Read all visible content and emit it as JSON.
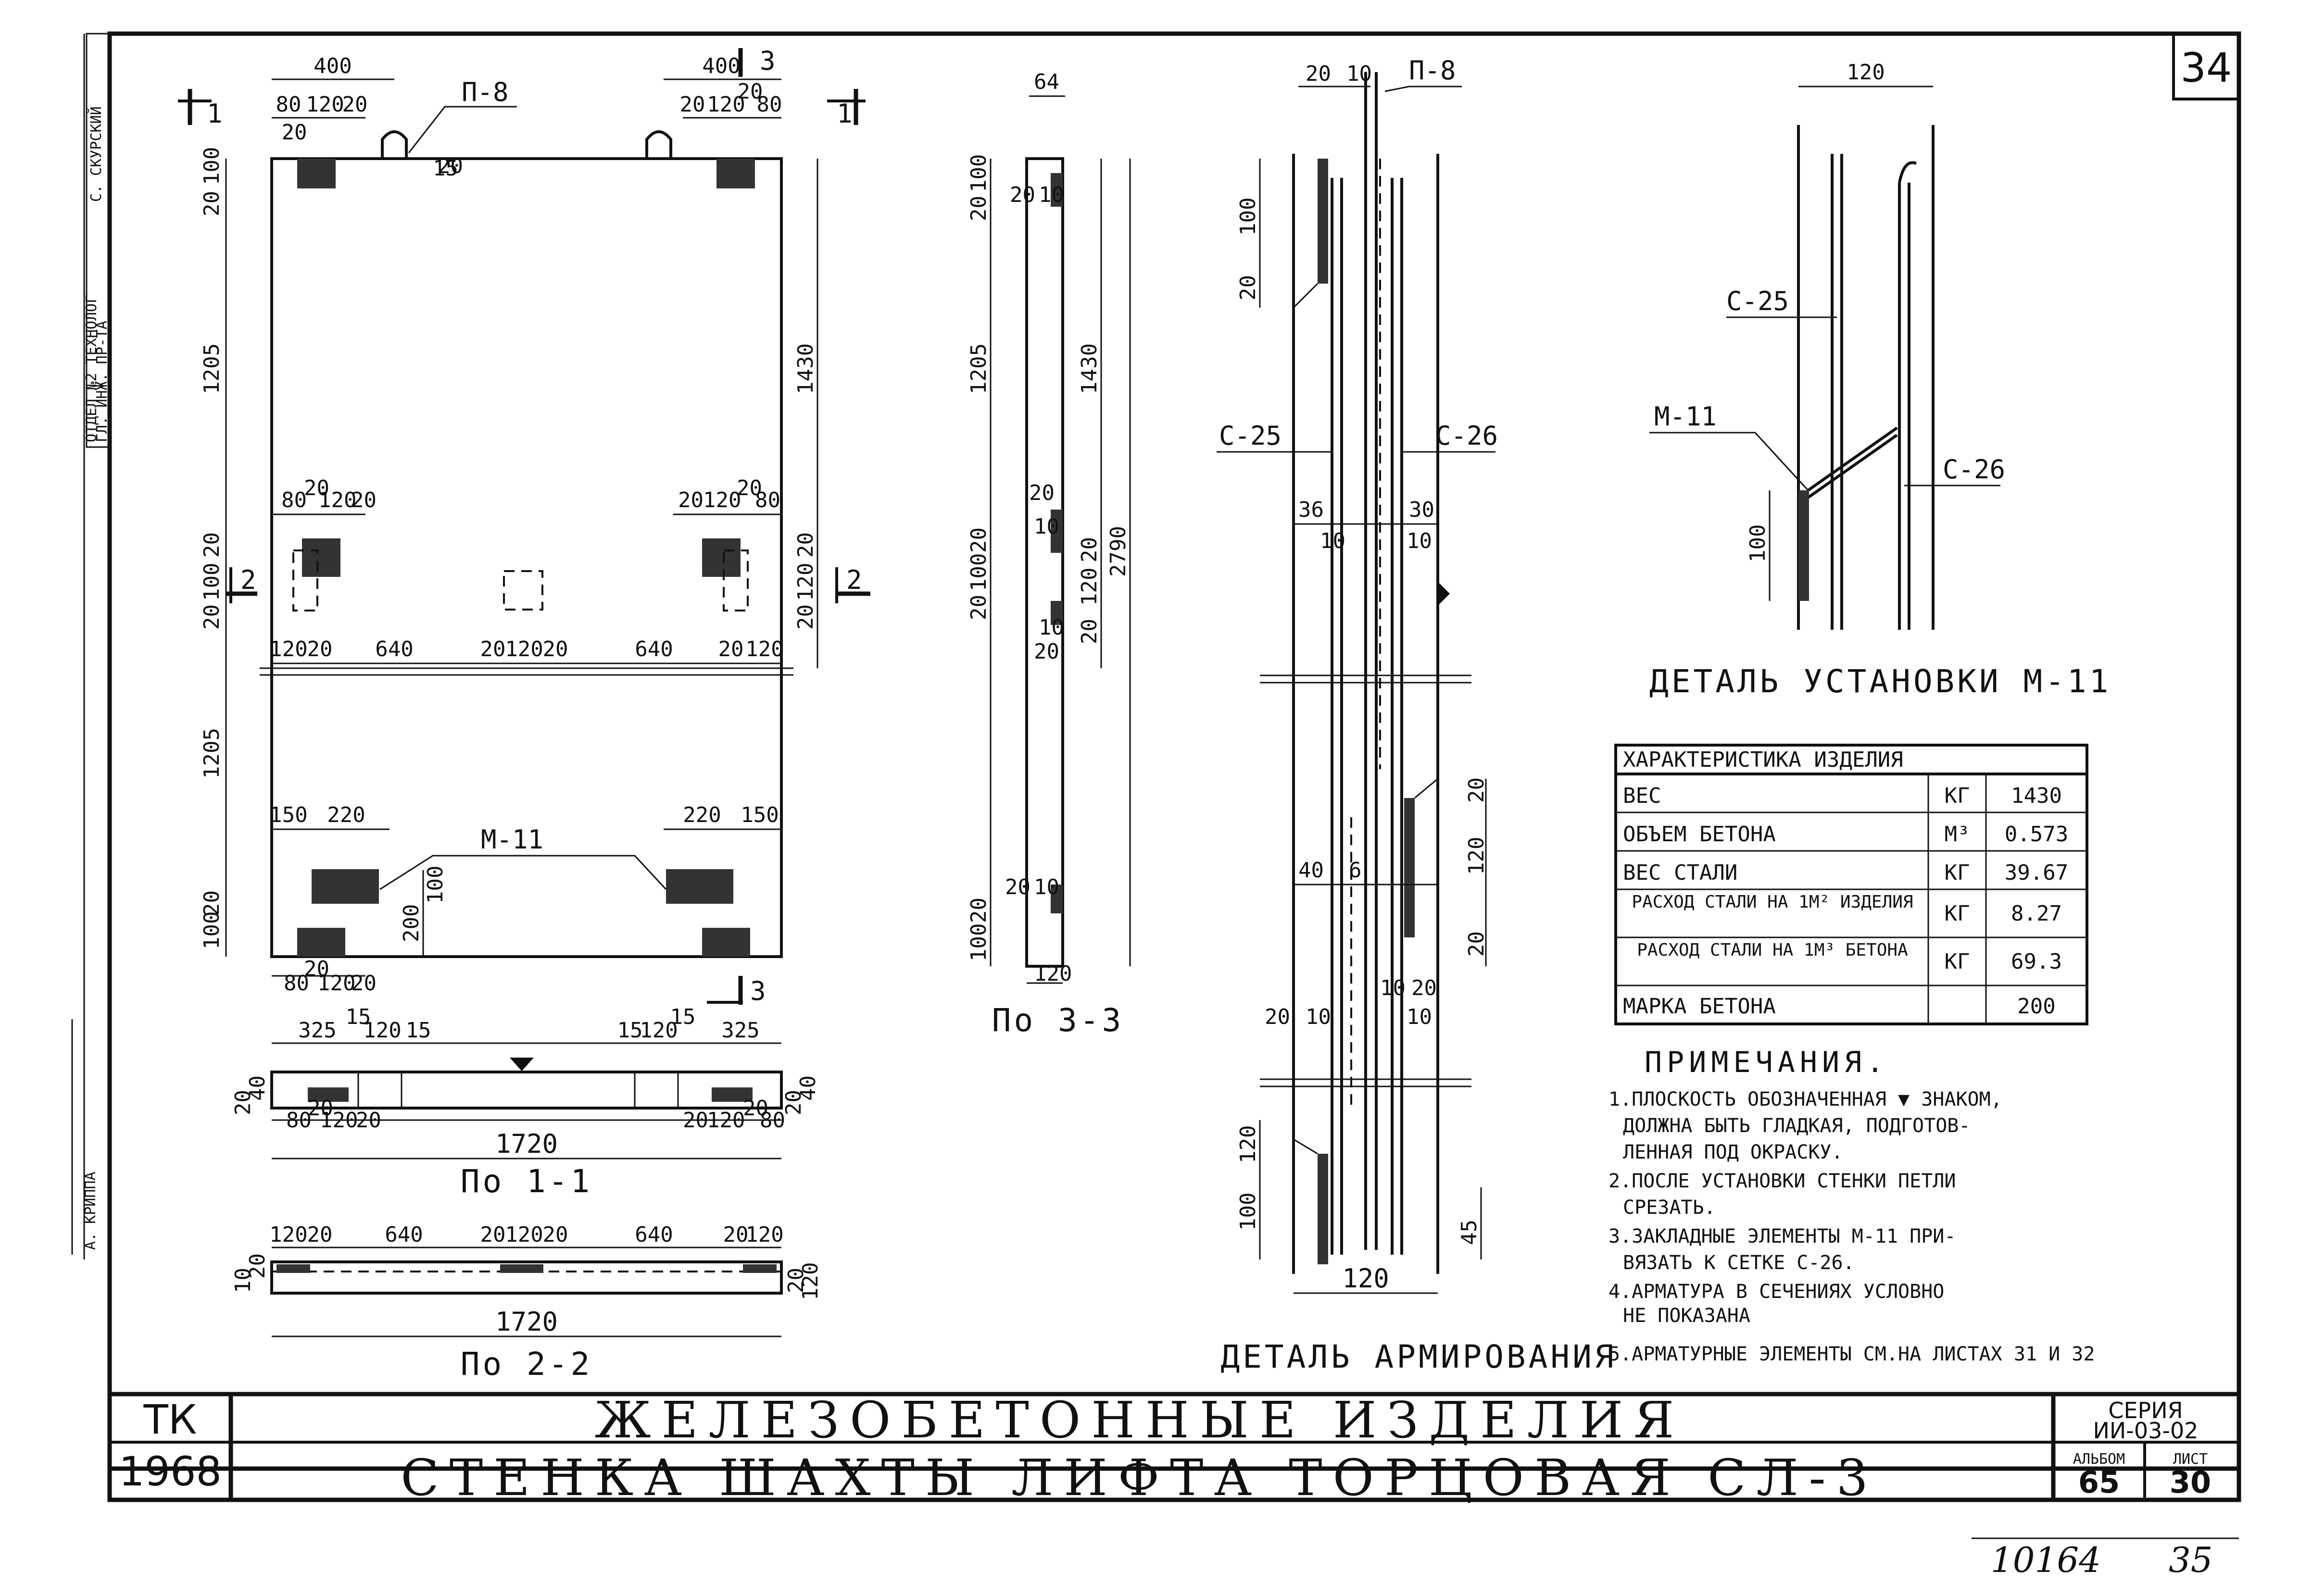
{
  "title_block": {
    "org": "ТК",
    "year": "1968",
    "title_main": "ЖЕЛЕЗОБЕТОННЫЕ ИЗДЕЛИЯ",
    "title_sub": "СТЕНКА ШАХТЫ ЛИФТА ТОРЦОВАЯ СЛ-3",
    "series_label": "СЕРИЯ",
    "series_value": "ИИ-03-02",
    "album_label": "АЛЬБОМ",
    "album_value": "65",
    "sheet_label": "ЛИСТ",
    "sheet_value": "30"
  },
  "page_number": "34",
  "bottom_handwritten_left": "10164",
  "bottom_handwritten_right": "35",
  "side_stamp": {
    "line1": "ОТДЕЛ №2 ТЕХНОЛОГ",
    "line2": "ГЛ. ИНЖ. ПР-ТА",
    "name": "С. СКУРСКИЙ",
    "author": "А. КРИППА"
  },
  "views": {
    "elevation": {
      "section_mark": "1",
      "section_mark_2": "2",
      "section_mark_3": "3",
      "label_p8": "П-8",
      "label_m11": "М-11",
      "dims_top": [
        "400",
        "400",
        "80",
        "120",
        "20",
        "20",
        "20",
        "120",
        "20",
        "80",
        "20",
        "15"
      ],
      "dims_left": [
        "20",
        "100",
        "1205",
        "20",
        "100",
        "20",
        "1205",
        "100",
        "20"
      ],
      "dims_right": [
        "1430",
        "20",
        "120",
        "20"
      ],
      "dims_mid_row": [
        "120",
        "20",
        "640",
        "20",
        "120",
        "20",
        "640",
        "20",
        "120"
      ],
      "dims_upper_anchor": [
        "80",
        "20",
        "120",
        "20",
        "20",
        "120",
        "20",
        "80"
      ],
      "dims_lower": [
        "150",
        "220",
        "220",
        "150",
        "200",
        "100"
      ],
      "dims_bottom": [
        "80",
        "20",
        "120",
        "20"
      ]
    },
    "section_1_1": {
      "caption": "По 1-1",
      "dims_top": [
        "325",
        "15",
        "120",
        "15",
        "15",
        "120",
        "15",
        "325"
      ],
      "dims_bottom": [
        "80",
        "20",
        "120",
        "20",
        "20",
        "120",
        "20",
        "80"
      ],
      "dims_side": [
        "20",
        "40",
        "20",
        "40"
      ],
      "length": "1720"
    },
    "section_2_2": {
      "caption": "По 2-2",
      "dims_top": [
        "120",
        "20",
        "640",
        "20",
        "120",
        "20",
        "640",
        "20",
        "120"
      ],
      "dims_side": [
        "10",
        "20",
        "20",
        "120"
      ],
      "length": "1720"
    },
    "section_3_3": {
      "caption": "По 3-3",
      "dim_top": "64",
      "dims_left": [
        "20",
        "100",
        "1205",
        "20",
        "100",
        "20",
        "100",
        "20"
      ],
      "dims_right": [
        "1430",
        "2790",
        "20",
        "120",
        "20"
      ],
      "dims_inner": [
        "20",
        "10",
        "20",
        "10",
        "10",
        "20",
        "20",
        "10"
      ],
      "width": "120"
    },
    "reinforcement_detail": {
      "caption": "ДЕТАЛЬ АРМИРОВАНИЯ",
      "label_p8": "П-8",
      "label_c25": "С-25",
      "label_c26": "С-26",
      "dims_top": [
        "20",
        "10"
      ],
      "dims_left": [
        "100",
        "20"
      ],
      "dims_mid": [
        "36",
        "30",
        "10",
        "10"
      ],
      "dims_lower": [
        "40",
        "6",
        "10",
        "20",
        "20",
        "10",
        "10"
      ],
      "dims_right": [
        "20",
        "120",
        "20"
      ],
      "dims_bottom_left": [
        "120",
        "100"
      ],
      "dims_bottom_right": [
        "45"
      ],
      "width": "120"
    },
    "install_detail": {
      "caption": "ДЕТАЛЬ УСТАНОВКИ М-11",
      "dim_top": "120",
      "dim_left": "100",
      "label_c25": "С-25",
      "label_m11": "М-11",
      "label_c26": "С-26"
    }
  },
  "characteristics": {
    "header": "ХАРАКТЕРИСТИКА ИЗДЕЛИЯ",
    "rows": [
      {
        "name": "ВЕС",
        "unit": "КГ",
        "value": "1430"
      },
      {
        "name": "ОБЪЕМ БЕТОНА",
        "unit": "М³",
        "value": "0.573"
      },
      {
        "name": "ВЕС СТАЛИ",
        "unit": "КГ",
        "value": "39.67"
      },
      {
        "name": "РАСХОД СТАЛИ НА 1М² ИЗДЕЛИЯ",
        "unit": "КГ",
        "value": "8.27"
      },
      {
        "name": "РАСХОД СТАЛИ НА 1М³ БЕТОНА",
        "unit": "КГ",
        "value": "69.3"
      },
      {
        "name": "МАРКА БЕТОНА",
        "unit": "",
        "value": "200"
      }
    ]
  },
  "notes": {
    "header": "ПРИМЕЧАНИЯ.",
    "items": [
      "1.ПЛОСКОСТЬ ОБОЗНАЧЕННАЯ ▼ ЗНАКОМ,",
      "ДОЛЖНА БЫТЬ ГЛАДКАЯ, ПОДГОТОВ-",
      "ЛЕННАЯ ПОД ОКРАСКУ.",
      "2.ПОСЛЕ УСТАНОВКИ СТЕНКИ ПЕТЛИ",
      "СРЕЗАТЬ.",
      "3.ЗАКЛАДНЫЕ ЭЛЕМЕНТЫ М-11 ПРИ-",
      "ВЯЗАТЬ К СЕТКЕ С-26.",
      "4.АРМАТУРА В СЕЧЕНИЯХ УСЛОВНО",
      "НЕ ПОКАЗАНА",
      "5.АРМАТУРНЫЕ ЭЛЕМЕНТЫ СМ.НА ЛИСТАХ 31 И 32"
    ]
  }
}
